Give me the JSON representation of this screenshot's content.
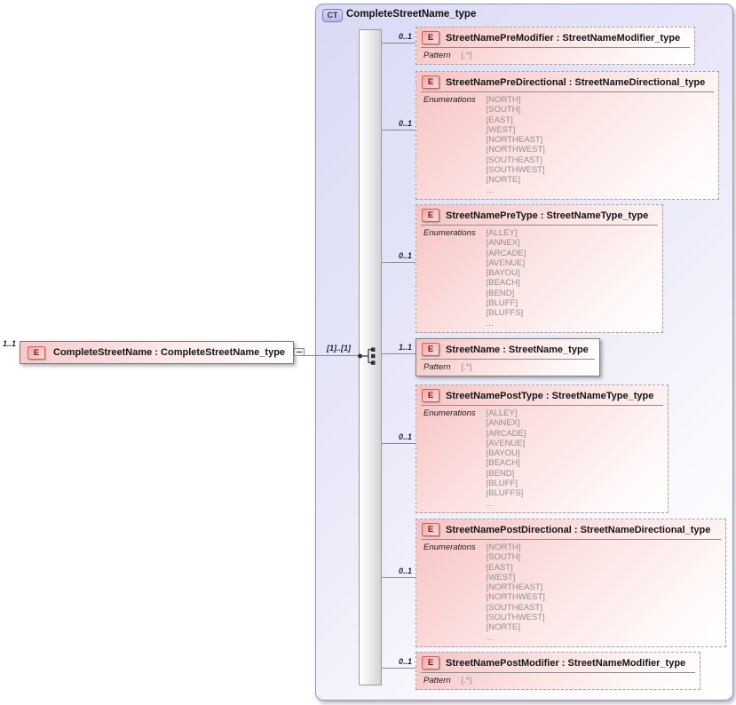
{
  "badges": {
    "element": "E",
    "complex_type": "CT"
  },
  "root_element": {
    "cardinality": "1..1",
    "label": "CompleteStreetName : CompleteStreetName_type",
    "connector_label": "[1]..[1]"
  },
  "complex_type": {
    "title": "CompleteStreetName_type",
    "children": [
      {
        "cardinality": "0..1",
        "label": "StreetNamePreModifier : StreetNameModifier_type",
        "facet": "Pattern",
        "values": [
          "[.*]"
        ]
      },
      {
        "cardinality": "0..1",
        "label": "StreetNamePreDirectional : StreetNameDirectional_type",
        "facet": "Enumerations",
        "values": [
          "[NORTH]",
          "[SOUTH]",
          "[EAST]",
          "[WEST]",
          "[NORTHEAST]",
          "[NORTHWEST]",
          "[SOUTHEAST]",
          "[SOUTHWEST]",
          "[NORTE]",
          "..."
        ]
      },
      {
        "cardinality": "0..1",
        "label": "StreetNamePreType : StreetNameType_type",
        "facet": "Enumerations",
        "values": [
          "[ALLEY]",
          "[ANNEX]",
          "[ARCADE]",
          "[AVENUE]",
          "[BAYOU]",
          "[BEACH]",
          "[BEND]",
          "[BLUFF]",
          "[BLUFFS]",
          "..."
        ]
      },
      {
        "cardinality": "1..1",
        "label": "StreetName : StreetName_type",
        "facet": "Pattern",
        "values": [
          "[.*]"
        ]
      },
      {
        "cardinality": "0..1",
        "label": "StreetNamePostType : StreetNameType_type",
        "facet": "Enumerations",
        "values": [
          "[ALLEY]",
          "[ANNEX]",
          "[ARCADE]",
          "[AVENUE]",
          "[BAYOU]",
          "[BEACH]",
          "[BEND]",
          "[BLUFF]",
          "[BLUFFS]",
          "..."
        ]
      },
      {
        "cardinality": "0..1",
        "label": "StreetNamePostDirectional : StreetNameDirectional_type",
        "facet": "Enumerations",
        "values": [
          "[NORTH]",
          "[SOUTH]",
          "[EAST]",
          "[WEST]",
          "[NORTHEAST]",
          "[NORTHWEST]",
          "[SOUTHEAST]",
          "[SOUTHWEST]",
          "[NORTE]",
          "..."
        ]
      },
      {
        "cardinality": "0..1",
        "label": "StreetNamePostModifier : StreetNameModifier_type",
        "facet": "Pattern",
        "values": [
          "[.*]"
        ]
      }
    ]
  }
}
